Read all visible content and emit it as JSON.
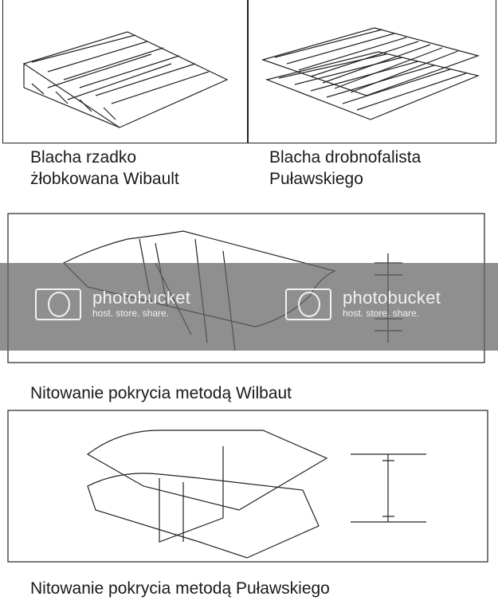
{
  "captions": {
    "wibault_top_line1": "Blacha rzadko",
    "wibault_top_line2": "żłobkowana Wibault",
    "pulawski_top_line1": "Blacha drobnofalista",
    "pulawski_top_line2": "Puławskiego",
    "wilbaut_riveting": "Nitowanie pokrycia metodą Wilbaut",
    "pulawski_riveting": "Nitowanie pokrycia metodą Puławskiego"
  },
  "watermark": {
    "brand": "photobucket",
    "tagline": "host. store. share."
  }
}
